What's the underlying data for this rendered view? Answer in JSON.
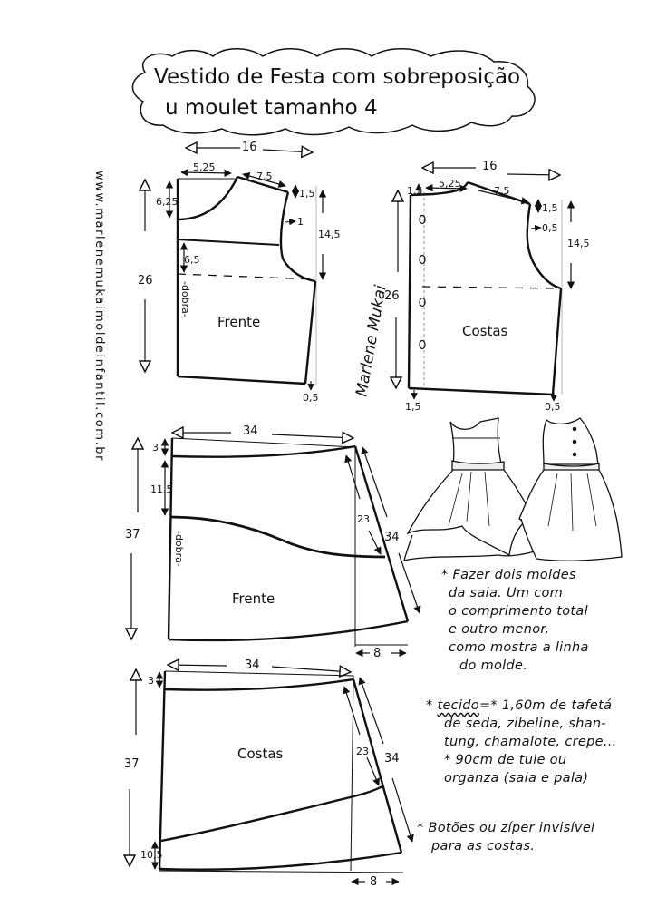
{
  "title": {
    "line1": "Vestido de Festa com sobreposição",
    "line2": "u moulet tamanho 4"
  },
  "website": "www.marlenemukaimoldeinfantil.com.br",
  "signature": "Marlene Mukai",
  "bodice_front": {
    "label": "Frente",
    "fold_label": "-dobra-",
    "width_total": "16",
    "neck_width": "5,25",
    "shoulder": "7,5",
    "shoulder_drop": "1,5",
    "neck_depth": "6,25",
    "yoke_depth": "6,5",
    "armhole_offset": "1",
    "armhole_height": "14,5",
    "length": "26",
    "hem_drop": "0,5"
  },
  "bodice_back": {
    "label": "Costas",
    "width_total": "16",
    "neck_rise": "1,5",
    "neck_width": "5,25",
    "shoulder": "7,5",
    "shoulder_drop": "1,5",
    "armhole_offset": "0,5",
    "armhole_height": "14,5",
    "length": "26",
    "placket": "1,5",
    "hem_drop": "0,5"
  },
  "skirt_front": {
    "label": "Frente",
    "fold_label": "-dobra-",
    "width": "34",
    "waist_drop": "3",
    "short_tier_depth": "11,5",
    "length": "37",
    "short_side": "23",
    "side_length": "34",
    "flare": "8"
  },
  "skirt_back": {
    "label": "Costas",
    "width": "34",
    "waist_drop": "3",
    "length": "37",
    "short_side": "23",
    "side_length": "34",
    "hem_offset": "10,5",
    "flare": "8"
  },
  "notes": {
    "note1": [
      "* Fazer dois moldes",
      "da saia. Um com",
      "o comprimento total",
      "e outro menor,",
      "como mostra a linha",
      "do molde."
    ],
    "fabric_heading": "tecido",
    "fabric_lines": [
      "=* 1,60m de tafetá",
      "de seda, zibeline, shan-",
      "tung, chamalote, crepe...",
      "* 90cm de tule ou",
      "organza (saia e pala)"
    ],
    "closure": [
      "* Botões ou zíper invisível",
      "para as costas."
    ]
  },
  "illustration": {
    "front_view": "dress-front-sketch",
    "back_view": "dress-back-sketch"
  }
}
